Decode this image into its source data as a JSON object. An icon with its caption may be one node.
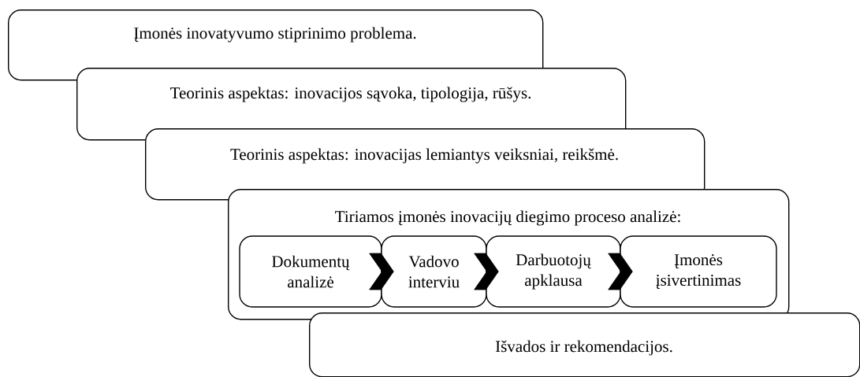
{
  "diagram": {
    "nodes": [
      {
        "text": [
          "Įmonės inovatyvumo stiprinimo problema."
        ]
      },
      {
        "text": [
          "Teorinis aspektas: inovacijos sąvoka, tipologija, rūšys."
        ]
      },
      {
        "text": [
          "Teorinis aspektas: inovacijas lemiantys veiksniai, reikšmė."
        ]
      },
      {
        "text": [
          "Tiriamos įmonės inovacijų diegimo proceso analizė:"
        ]
      },
      {
        "text": [
          "Dokumentų analizė"
        ],
        "in": 3
      },
      {
        "text": [
          "Vadovo interviu"
        ],
        "in": 3
      },
      {
        "text": [
          "Darbuotojų apklausa"
        ],
        "in": 3
      },
      {
        "text": [
          "Įmonės įsivertinimas"
        ],
        "in": 3
      },
      {
        "text": [
          "Išvados ir rekomendacijos."
        ]
      }
    ],
    "edges": [
      {
        "from": 4,
        "to": 5,
        "arrow": "to"
      },
      {
        "from": 5,
        "to": 6,
        "arrow": "to"
      },
      {
        "from": 6,
        "to": 7,
        "arrow": "to"
      }
    ]
  }
}
